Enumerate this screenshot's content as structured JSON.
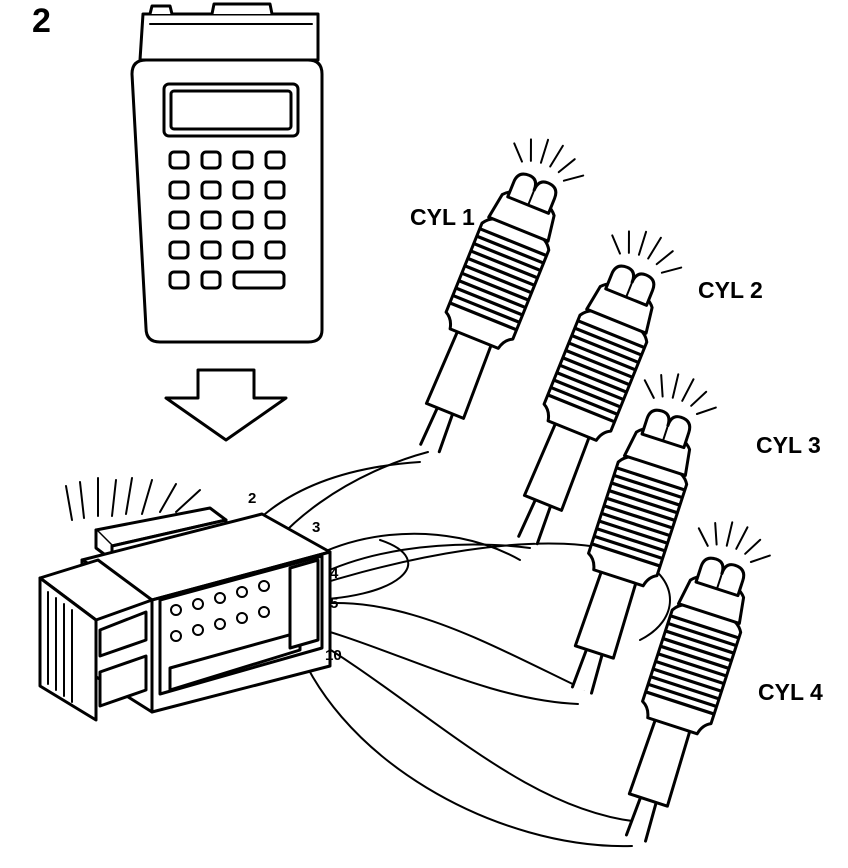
{
  "figure_number": "2",
  "labels": {
    "cyl1": "CYL 1",
    "cyl2": "CYL 2",
    "cyl3": "CYL 3",
    "cyl4": "CYL 4"
  },
  "pins": {
    "p2": "2",
    "p3": "3",
    "p4": "4",
    "p5": "5",
    "p10": "10"
  },
  "icons": [
    "scan-tester-icon",
    "down-arrow-icon",
    "connector-icon",
    "test-lamp-icon",
    "light-rays-icon"
  ]
}
